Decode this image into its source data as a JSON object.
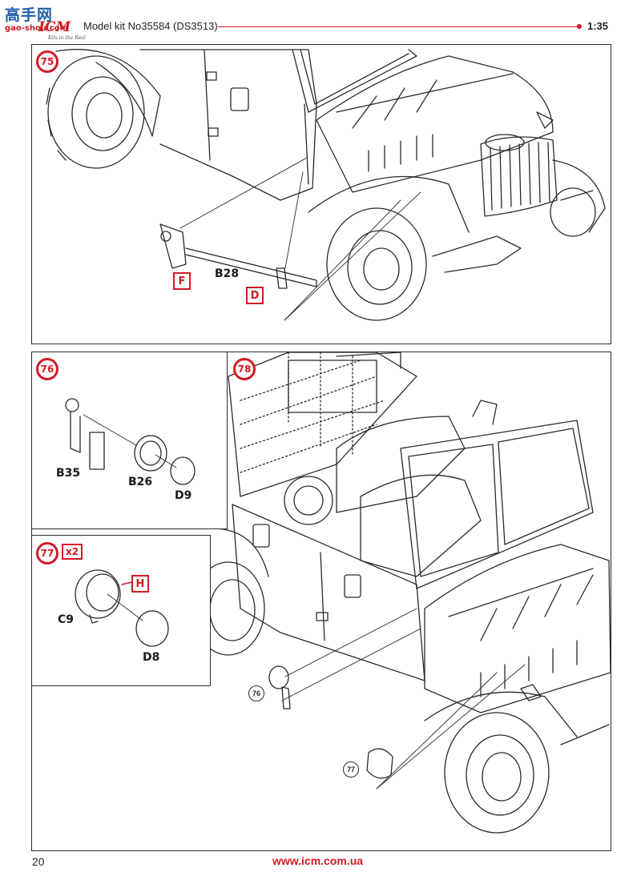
{
  "header": {
    "logo_cn": "高手网",
    "logo_domain": "gao-shou.com",
    "logo_brand": "ICM",
    "logo_tagline": "Kits in the Real",
    "kit_title": "Model kit No35584 (DS3513)",
    "scale": "1:35"
  },
  "step75": {
    "number": "75",
    "parts": {
      "b28": "B28"
    },
    "callouts": {
      "f": "F",
      "d": "D"
    }
  },
  "step76": {
    "number": "76",
    "parts": {
      "b35": "B35",
      "b26": "B26",
      "d9": "D9"
    }
  },
  "step77": {
    "number": "77",
    "multiplier": "x2",
    "parts": {
      "c9": "C9",
      "d8": "D8"
    },
    "callouts": {
      "h": "H"
    }
  },
  "step78": {
    "number": "78",
    "refs": {
      "r76": "76",
      "r77": "77"
    }
  },
  "footer": {
    "page_number": "20",
    "url": "www.icm.com.ua"
  },
  "colors": {
    "accent": "#d11b26",
    "line": "#2a2a2a",
    "logo_blue": "#1f5fa8"
  }
}
